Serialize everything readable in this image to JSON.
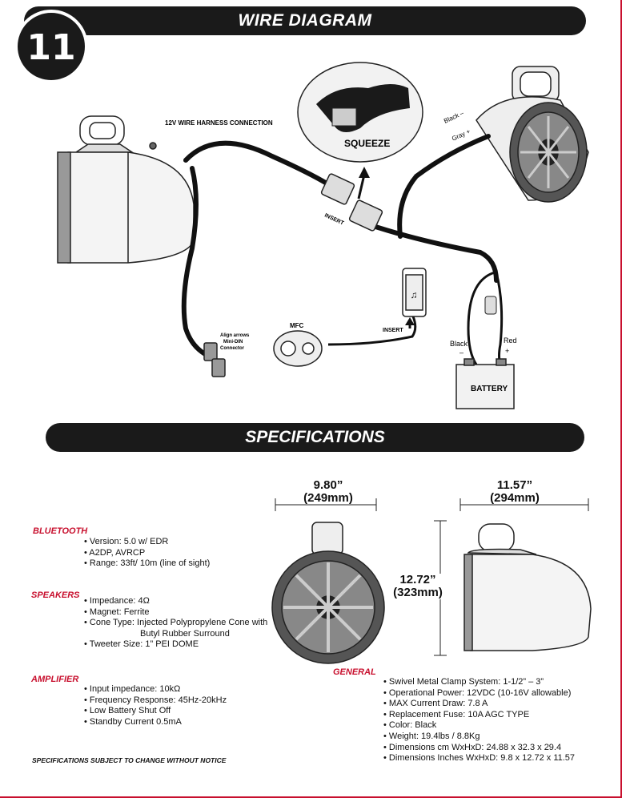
{
  "page": {
    "step_number": "11",
    "header_title": "WIRE DIAGRAM",
    "spec_title": "SPECIFICATIONS",
    "footer_note": "SPECIFICATIONS SUBJECT TO CHANGE WITHOUT NOTICE"
  },
  "diagram": {
    "harness_label": "12V WIRE HARNESS CONNECTION",
    "squeeze_label": "SQUEEZE",
    "insert_label": "INSERT",
    "insert_label_phone": "INSERT",
    "black_wire_label": "Black –",
    "gray_wire_label": "Gray +",
    "mfc_label": "MFC",
    "align_arrows_label": "Align arrows",
    "mini_din_label": "Mini-DIN",
    "connector_label": "Connector",
    "battery_label": "BATTERY",
    "black_label": "Black",
    "red_label": "Red",
    "minus_sign": "–",
    "plus_sign": "+"
  },
  "dimensions": {
    "width_front": "9.80”",
    "width_front_mm": "(249mm)",
    "depth_side": "11.57”",
    "depth_side_mm": "(294mm)",
    "height": "12.72”",
    "height_mm": "(323mm)"
  },
  "specs": {
    "bluetooth": {
      "heading": "BLUETOOTH",
      "items": [
        "• Version: 5.0 w/ EDR",
        "• A2DP, AVRCP",
        "• Range: 33ft/ 10m (line of sight)"
      ]
    },
    "speakers": {
      "heading": "SPEAKERS",
      "items": [
        "• Impedance: 4Ω",
        "• Magnet: Ferrite",
        "• Cone Type: Injected Polypropylene Cone with",
        "Butyl Rubber Surround",
        "• Tweeter Size: 1”  PEI DOME"
      ]
    },
    "amplifier": {
      "heading": "AMPLIFIER",
      "items": [
        "• Input impedance: 10kΩ",
        "• Frequency Response: 45Hz-20kHz",
        "• Low Battery Shut Off",
        "• Standby Current 0.5mA"
      ]
    },
    "general": {
      "heading": "GENERAL",
      "items": [
        "• Swivel Metal Clamp System: 1-1/2” – 3”",
        "• Operational Power: 12VDC (10-16V allowable)",
        "• MAX Current Draw: 7.8 A",
        "• Replacement Fuse: 10A AGC TYPE",
        "• Color: Black",
        "• Weight: 19.4lbs / 8.8Kg",
        "• Dimensions cm WxHxD: 24.88 x 32.3 x 29.4",
        "• Dimensions Inches WxHxD: 9.8 x 12.72 x 11.57"
      ]
    }
  }
}
